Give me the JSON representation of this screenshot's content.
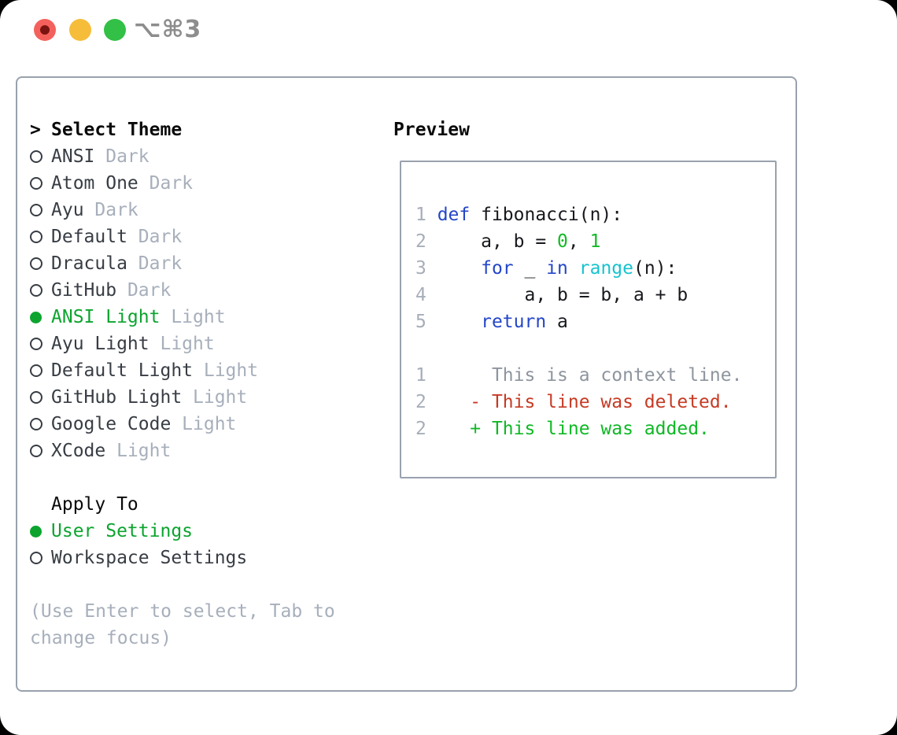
{
  "titlebar": {
    "shortcut": "⌥⌘3"
  },
  "theme_panel": {
    "header_marker": ">",
    "header": "Select Theme",
    "items": [
      {
        "name": "ANSI",
        "variant": "Dark",
        "selected": false
      },
      {
        "name": "Atom One",
        "variant": "Dark",
        "selected": false
      },
      {
        "name": "Ayu",
        "variant": "Dark",
        "selected": false
      },
      {
        "name": "Default",
        "variant": "Dark",
        "selected": false
      },
      {
        "name": "Dracula",
        "variant": "Dark",
        "selected": false
      },
      {
        "name": "GitHub",
        "variant": "Dark",
        "selected": false
      },
      {
        "name": "ANSI Light",
        "variant": "Light",
        "selected": true
      },
      {
        "name": "Ayu Light",
        "variant": "Light",
        "selected": false
      },
      {
        "name": "Default Light",
        "variant": "Light",
        "selected": false
      },
      {
        "name": "GitHub Light",
        "variant": "Light",
        "selected": false
      },
      {
        "name": "Google Code",
        "variant": "Light",
        "selected": false
      },
      {
        "name": "XCode",
        "variant": "Light",
        "selected": false
      }
    ],
    "apply_to": {
      "header": "Apply To",
      "options": [
        {
          "label": "User Settings",
          "selected": true
        },
        {
          "label": "Workspace Settings",
          "selected": false
        }
      ]
    },
    "help_text": "(Use Enter to select, Tab to change focus)"
  },
  "preview": {
    "header": "Preview",
    "code_lines": [
      {
        "n": "1",
        "tokens": [
          {
            "c": "kw",
            "x": "def"
          },
          {
            "c": "tx",
            "x": " fibonacci(n):"
          }
        ]
      },
      {
        "n": "2",
        "tokens": [
          {
            "c": "tx",
            "x": "    a, b = "
          },
          {
            "c": "num",
            "x": "0"
          },
          {
            "c": "tx",
            "x": ", "
          },
          {
            "c": "num",
            "x": "1"
          }
        ]
      },
      {
        "n": "3",
        "tokens": [
          {
            "c": "tx",
            "x": "    "
          },
          {
            "c": "kw",
            "x": "for"
          },
          {
            "c": "tx",
            "x": " _ "
          },
          {
            "c": "kw",
            "x": "in"
          },
          {
            "c": "tx",
            "x": " "
          },
          {
            "c": "bi",
            "x": "range"
          },
          {
            "c": "tx",
            "x": "(n):"
          }
        ]
      },
      {
        "n": "4",
        "tokens": [
          {
            "c": "tx",
            "x": "        a, b = b, a + b"
          }
        ]
      },
      {
        "n": "5",
        "tokens": [
          {
            "c": "tx",
            "x": "    "
          },
          {
            "c": "kw",
            "x": "return"
          },
          {
            "c": "tx",
            "x": " a"
          }
        ]
      }
    ],
    "diff_lines": [
      {
        "n": "1",
        "c": "ctx",
        "x": "     This is a context line."
      },
      {
        "n": "2",
        "c": "del",
        "x": "   - This line was deleted."
      },
      {
        "n": "2",
        "c": "add",
        "x": "   + This line was added."
      }
    ]
  },
  "colors": {
    "accent_green": "#0ca42f",
    "item_text": "#383d44",
    "muted_gray": "#a7afbb",
    "header_text": "#0a0a0a",
    "border_gray": "#99a1ad",
    "code_text": "#17191d",
    "keyword_blue": "#2446c8",
    "builtin_cyan": "#17c3ce",
    "literal_green": "#12ba26",
    "line_number": "#a7aeb9",
    "context_gray": "#8e959e",
    "deleted_red": "#c63a24",
    "added_green": "#0fb825",
    "traffic_red": "#f4615c",
    "traffic_red_dot": "#7a1410",
    "traffic_yellow": "#f6bd3b",
    "traffic_green": "#33c047",
    "shortcut_gray": "#8d8d8d"
  }
}
